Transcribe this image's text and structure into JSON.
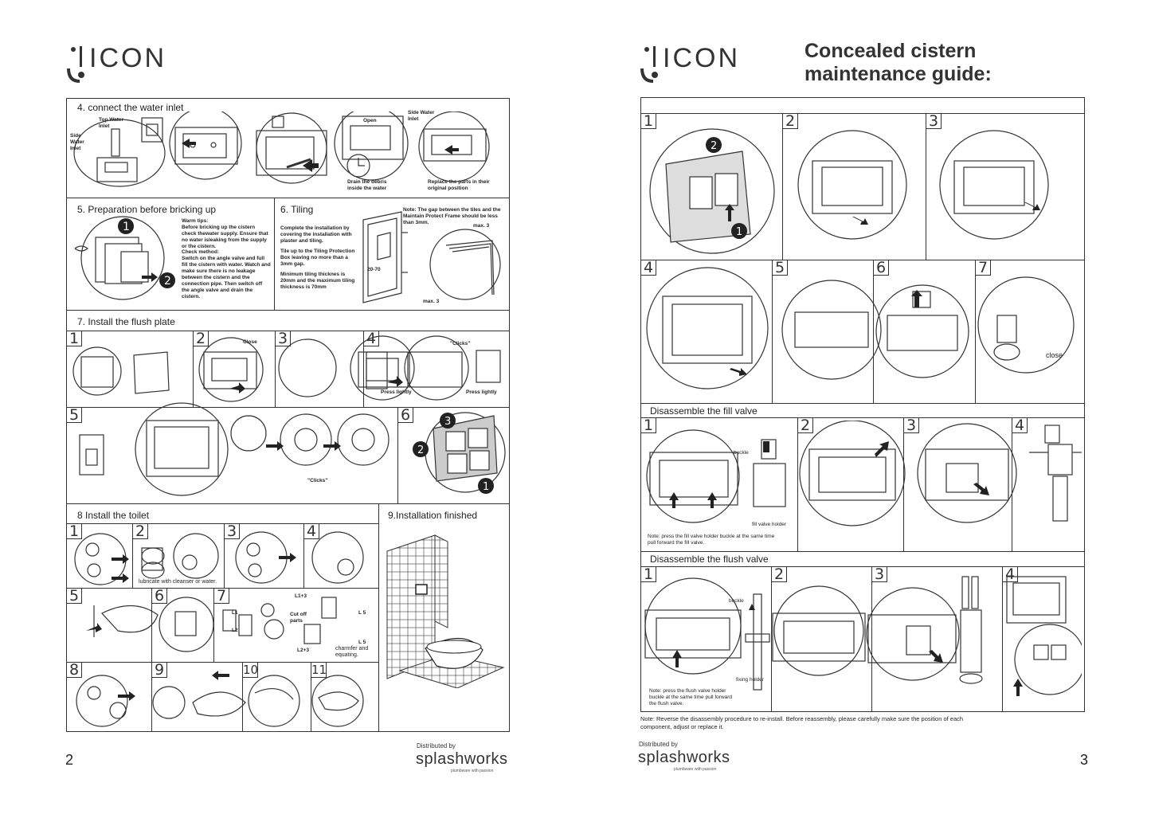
{
  "brand": {
    "logo_text": "ICON",
    "distributor_label": "Distributed by",
    "distributor_name": "splashworks",
    "distributor_tagline": "plumbware with passion"
  },
  "left_page": {
    "page_number": "2",
    "sections": {
      "s4": {
        "title": "4. connect the water inlet",
        "label_top": "Top Water Inlet",
        "label_side": "Side Water Inlet",
        "label_open": "Open",
        "label_side_right": "Side Water Inlet",
        "caption_drain": "Drain the debris inside the water",
        "caption_replace": "Replace the parts in their original position"
      },
      "s5": {
        "title": "5. Preparation before bricking up",
        "warm_tips_label": "Warm tips:",
        "warm_tips": "Before bricking up the cistern check thewater supply. Ensure that no water isleaking from the supply or the cistern.",
        "check_label": "Check method:",
        "check_text": "Switch on the angle valve and full fill the cistern with water. Watch and make sure there is no leakage between the cistern and the connection pipe. Then switch off the angle valve and drain the cistern."
      },
      "s6": {
        "title": "6. Tiling",
        "text1": "Complete the installation by covering the installation with plaster and tiling.",
        "text2": "Tile up to the Tiling Protection Box leaving no more than a 3mm gap.",
        "text3": "Minimum tiling thicknes is 20mm and the maximum tiling thickness is 70mm",
        "note": "Note: The gap between the tiles and the Maintain Protect Frame should be less than 3mm.",
        "max3": "max. 3",
        "range": "20-70"
      },
      "s7": {
        "title": "7. Install the flush plate",
        "close": "Close",
        "clicks": "\"Clicks\"",
        "press_lightly": "Press lightly",
        "steps": [
          "1",
          "2",
          "3",
          "4",
          "5",
          "6"
        ]
      },
      "s8": {
        "title": "8  Install the toilet",
        "lubricate": "lubricate with cleanser or water.",
        "cut_off": "Cut off parts",
        "chamfer": "charmfer and equating.",
        "l1": "L1",
        "l2": "L2",
        "l1_3": "L1+3",
        "l2_3": "L2+3",
        "l5": "L 5",
        "steps": [
          "1",
          "2",
          "3",
          "4",
          "5",
          "6",
          "7",
          "8",
          "9",
          "10",
          "11"
        ]
      },
      "s9": {
        "title": "9.Installation finished"
      }
    }
  },
  "right_page": {
    "page_number": "3",
    "title_line1": "Concealed cistern",
    "title_line2": "maintenance guide:",
    "steps_top": [
      "1",
      "2",
      "3",
      "4",
      "5",
      "6",
      "7"
    ],
    "close": "close",
    "fill_valve": {
      "title": "Disassemble the fill valve",
      "buckle": "buckle",
      "holder": "fill valve holder",
      "note": "Note: press  the fill valve holder buckle at the same time pull forward the fill valve.",
      "steps": [
        "1",
        "2",
        "3",
        "4"
      ]
    },
    "flush_valve": {
      "title": "Disassemble the flush valve",
      "buckle": "buckle",
      "holder": "fixing holder",
      "note": "Note: press the flush valve holder buckle at the same time pull forward the flush valve.",
      "steps": [
        "1",
        "2",
        "3",
        "4"
      ]
    },
    "bottom_note": "Note: Reverse the disassembly procedure to re-install. Before reassembly, please carefully make sure the position of each component, adjust or replace it."
  }
}
